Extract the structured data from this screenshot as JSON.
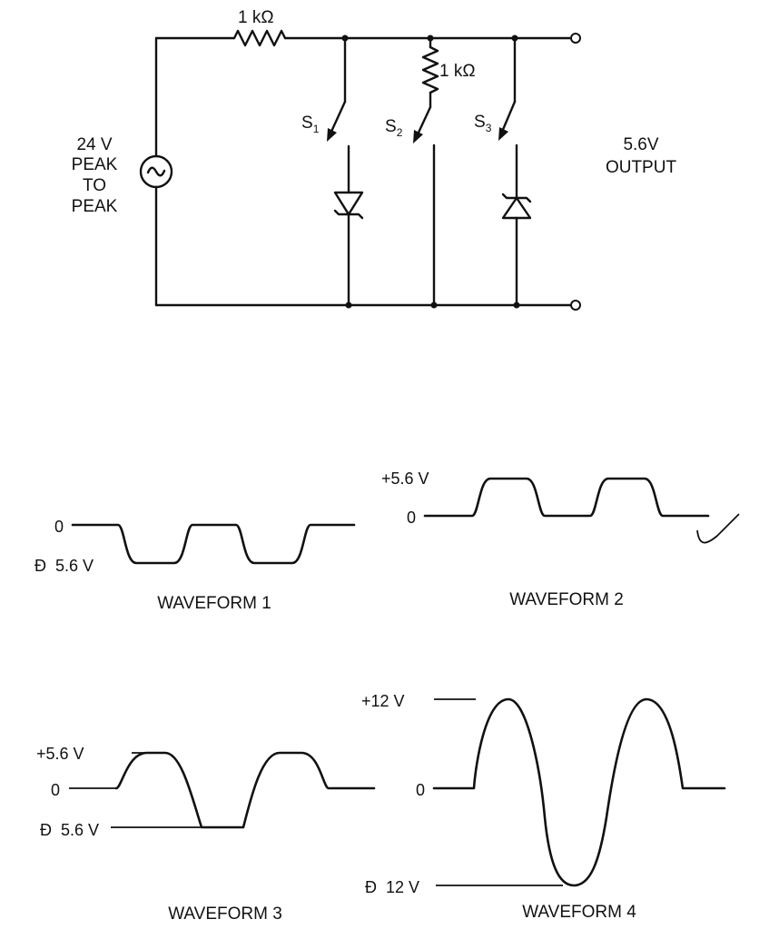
{
  "circuit": {
    "resistor_main": "1 kΩ",
    "resistor_shunt": "1 kΩ",
    "source_label": [
      "24 V",
      "PEAK",
      "TO",
      "PEAK"
    ],
    "switch_1": "S",
    "switch_1_sub": "1",
    "switch_2": "S",
    "switch_2_sub": "2",
    "switch_3": "S",
    "switch_3_sub": "3",
    "output_label": [
      "5.6V",
      "OUTPUT"
    ]
  },
  "waveforms": [
    {
      "title": "WAVEFORM 1",
      "levels": [
        "0",
        "Ð  5.6 V"
      ]
    },
    {
      "title": "WAVEFORM 2",
      "levels": [
        "+5.6 V",
        "0"
      ]
    },
    {
      "title": "WAVEFORM 3",
      "levels": [
        "+5.6 V",
        "0",
        "Ð  5.6 V"
      ]
    },
    {
      "title": "WAVEFORM 4",
      "levels": [
        "+12 V",
        "0",
        "Ð  12 V"
      ]
    }
  ],
  "colors": {
    "ink": "#111111",
    "paper": "#ffffff"
  }
}
